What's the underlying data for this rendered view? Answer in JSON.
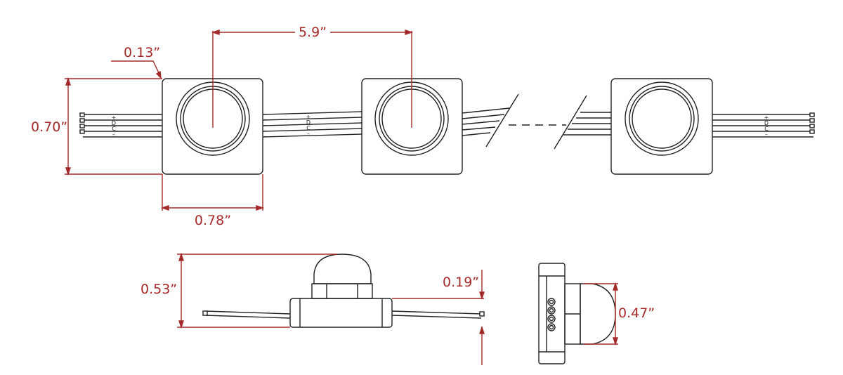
{
  "colors": {
    "dimension": "#a52a2a",
    "outline": "#222222",
    "background": "#ffffff"
  },
  "dimensions": {
    "pitch": "5.9”",
    "corner_radius": "0.13”",
    "height": "0.70”",
    "width": "0.78”",
    "side_height": "0.53”",
    "base_height": "0.19”",
    "lens_diameter": "0.47”"
  },
  "wire_polarity": [
    "+",
    "D",
    "C",
    "–"
  ]
}
